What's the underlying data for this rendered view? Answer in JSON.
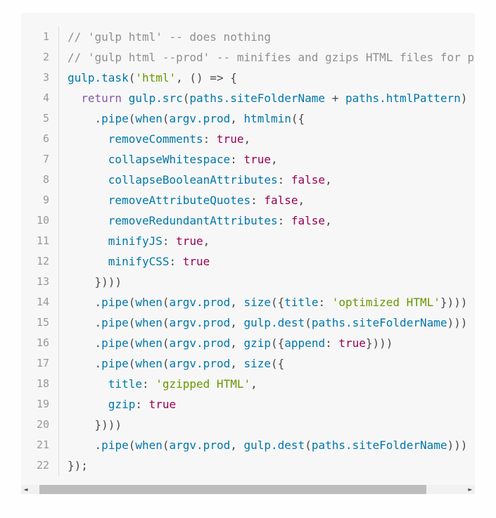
{
  "colors": {
    "page_bg": "#fefefe",
    "block_bg": "#f7f7f7",
    "gutter_border": "#dcdcdc",
    "line_number": "#999999",
    "scrollbar_track": "#f1f1f1",
    "scrollbar_thumb": "#bdbdbd",
    "tokens": {
      "c": "#8e908c",
      "p": "#4a4a4a",
      "b": "#0077aa",
      "k": "#8959a8",
      "t": "#990055",
      "s": "#669900"
    }
  },
  "scrollbar": {
    "left_arrow": "◄",
    "right_arrow": "►"
  },
  "code": {
    "lines": [
      {
        "n": "1",
        "tk": [
          [
            "c",
            "// 'gulp html' -- does nothing"
          ]
        ]
      },
      {
        "n": "2",
        "tk": [
          [
            "c",
            "// 'gulp html --prod' -- minifies and gzips HTML files for prod"
          ]
        ]
      },
      {
        "n": "3",
        "tk": [
          [
            "b",
            "gulp.task"
          ],
          [
            "p",
            "("
          ],
          [
            "s",
            "'html'"
          ],
          [
            "p",
            ", () => {"
          ]
        ]
      },
      {
        "n": "4",
        "tk": [
          [
            "p",
            "  "
          ],
          [
            "k",
            "return"
          ],
          [
            "p",
            " "
          ],
          [
            "b",
            "gulp.src"
          ],
          [
            "p",
            "("
          ],
          [
            "b",
            "paths.siteFolderName"
          ],
          [
            "p",
            " + "
          ],
          [
            "b",
            "paths.htmlPattern"
          ],
          [
            "p",
            ")"
          ]
        ]
      },
      {
        "n": "5",
        "tk": [
          [
            "p",
            "    ."
          ],
          [
            "b",
            "pipe"
          ],
          [
            "p",
            "("
          ],
          [
            "b",
            "when"
          ],
          [
            "p",
            "("
          ],
          [
            "b",
            "argv.prod"
          ],
          [
            "p",
            ", "
          ],
          [
            "b",
            "htmlmin"
          ],
          [
            "p",
            "({"
          ]
        ]
      },
      {
        "n": "6",
        "tk": [
          [
            "p",
            "      "
          ],
          [
            "b",
            "removeComments"
          ],
          [
            "p",
            ": "
          ],
          [
            "t",
            "true"
          ],
          [
            "p",
            ","
          ]
        ]
      },
      {
        "n": "7",
        "tk": [
          [
            "p",
            "      "
          ],
          [
            "b",
            "collapseWhitespace"
          ],
          [
            "p",
            ": "
          ],
          [
            "t",
            "true"
          ],
          [
            "p",
            ","
          ]
        ]
      },
      {
        "n": "8",
        "tk": [
          [
            "p",
            "      "
          ],
          [
            "b",
            "collapseBooleanAttributes"
          ],
          [
            "p",
            ": "
          ],
          [
            "t",
            "false"
          ],
          [
            "p",
            ","
          ]
        ]
      },
      {
        "n": "9",
        "tk": [
          [
            "p",
            "      "
          ],
          [
            "b",
            "removeAttributeQuotes"
          ],
          [
            "p",
            ": "
          ],
          [
            "t",
            "false"
          ],
          [
            "p",
            ","
          ]
        ]
      },
      {
        "n": "10",
        "tk": [
          [
            "p",
            "      "
          ],
          [
            "b",
            "removeRedundantAttributes"
          ],
          [
            "p",
            ": "
          ],
          [
            "t",
            "false"
          ],
          [
            "p",
            ","
          ]
        ]
      },
      {
        "n": "11",
        "tk": [
          [
            "p",
            "      "
          ],
          [
            "b",
            "minifyJS"
          ],
          [
            "p",
            ": "
          ],
          [
            "t",
            "true"
          ],
          [
            "p",
            ","
          ]
        ]
      },
      {
        "n": "12",
        "tk": [
          [
            "p",
            "      "
          ],
          [
            "b",
            "minifyCSS"
          ],
          [
            "p",
            ": "
          ],
          [
            "t",
            "true"
          ]
        ]
      },
      {
        "n": "13",
        "tk": [
          [
            "p",
            "    })))"
          ]
        ]
      },
      {
        "n": "14",
        "tk": [
          [
            "p",
            "    ."
          ],
          [
            "b",
            "pipe"
          ],
          [
            "p",
            "("
          ],
          [
            "b",
            "when"
          ],
          [
            "p",
            "("
          ],
          [
            "b",
            "argv.prod"
          ],
          [
            "p",
            ", "
          ],
          [
            "b",
            "size"
          ],
          [
            "p",
            "({"
          ],
          [
            "b",
            "title"
          ],
          [
            "p",
            ": "
          ],
          [
            "s",
            "'optimized HTML'"
          ],
          [
            "p",
            "})))"
          ]
        ]
      },
      {
        "n": "15",
        "tk": [
          [
            "p",
            "    ."
          ],
          [
            "b",
            "pipe"
          ],
          [
            "p",
            "("
          ],
          [
            "b",
            "when"
          ],
          [
            "p",
            "("
          ],
          [
            "b",
            "argv.prod"
          ],
          [
            "p",
            ", "
          ],
          [
            "b",
            "gulp.dest"
          ],
          [
            "p",
            "("
          ],
          [
            "b",
            "paths.siteFolderName"
          ],
          [
            "p",
            ")))"
          ]
        ]
      },
      {
        "n": "16",
        "tk": [
          [
            "p",
            "    ."
          ],
          [
            "b",
            "pipe"
          ],
          [
            "p",
            "("
          ],
          [
            "b",
            "when"
          ],
          [
            "p",
            "("
          ],
          [
            "b",
            "argv.prod"
          ],
          [
            "p",
            ", "
          ],
          [
            "b",
            "gzip"
          ],
          [
            "p",
            "({"
          ],
          [
            "b",
            "append"
          ],
          [
            "p",
            ": "
          ],
          [
            "t",
            "true"
          ],
          [
            "p",
            "})))"
          ]
        ]
      },
      {
        "n": "17",
        "tk": [
          [
            "p",
            "    ."
          ],
          [
            "b",
            "pipe"
          ],
          [
            "p",
            "("
          ],
          [
            "b",
            "when"
          ],
          [
            "p",
            "("
          ],
          [
            "b",
            "argv.prod"
          ],
          [
            "p",
            ", "
          ],
          [
            "b",
            "size"
          ],
          [
            "p",
            "({"
          ]
        ]
      },
      {
        "n": "18",
        "tk": [
          [
            "p",
            "      "
          ],
          [
            "b",
            "title"
          ],
          [
            "p",
            ": "
          ],
          [
            "s",
            "'gzipped HTML'"
          ],
          [
            "p",
            ","
          ]
        ]
      },
      {
        "n": "19",
        "tk": [
          [
            "p",
            "      "
          ],
          [
            "b",
            "gzip"
          ],
          [
            "p",
            ": "
          ],
          [
            "t",
            "true"
          ]
        ]
      },
      {
        "n": "20",
        "tk": [
          [
            "p",
            "    })))"
          ]
        ]
      },
      {
        "n": "21",
        "tk": [
          [
            "p",
            "    ."
          ],
          [
            "b",
            "pipe"
          ],
          [
            "p",
            "("
          ],
          [
            "b",
            "when"
          ],
          [
            "p",
            "("
          ],
          [
            "b",
            "argv.prod"
          ],
          [
            "p",
            ", "
          ],
          [
            "b",
            "gulp.dest"
          ],
          [
            "p",
            "("
          ],
          [
            "b",
            "paths.siteFolderName"
          ],
          [
            "p",
            ")))"
          ]
        ]
      },
      {
        "n": "22",
        "tk": [
          [
            "p",
            "});"
          ]
        ]
      }
    ]
  }
}
